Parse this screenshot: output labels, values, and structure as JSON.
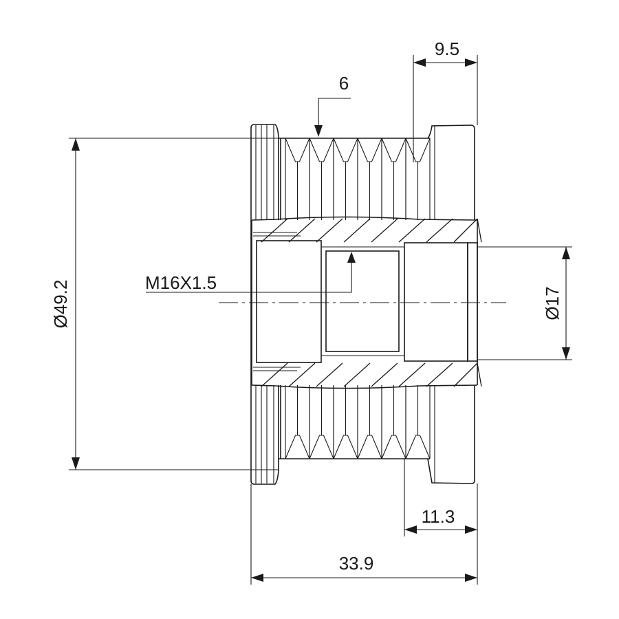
{
  "drawing": {
    "title": "Alternator pulley dimensional drawing",
    "dimensions": {
      "outer_diameter": "Ø49.2",
      "bore_diameter": "Ø17",
      "flange_width": "9.5",
      "ribs": "6",
      "thread": "M16X1.5",
      "hub_width": "11.3",
      "total_width": "33.9"
    },
    "line_color": "#1a1a1a"
  }
}
